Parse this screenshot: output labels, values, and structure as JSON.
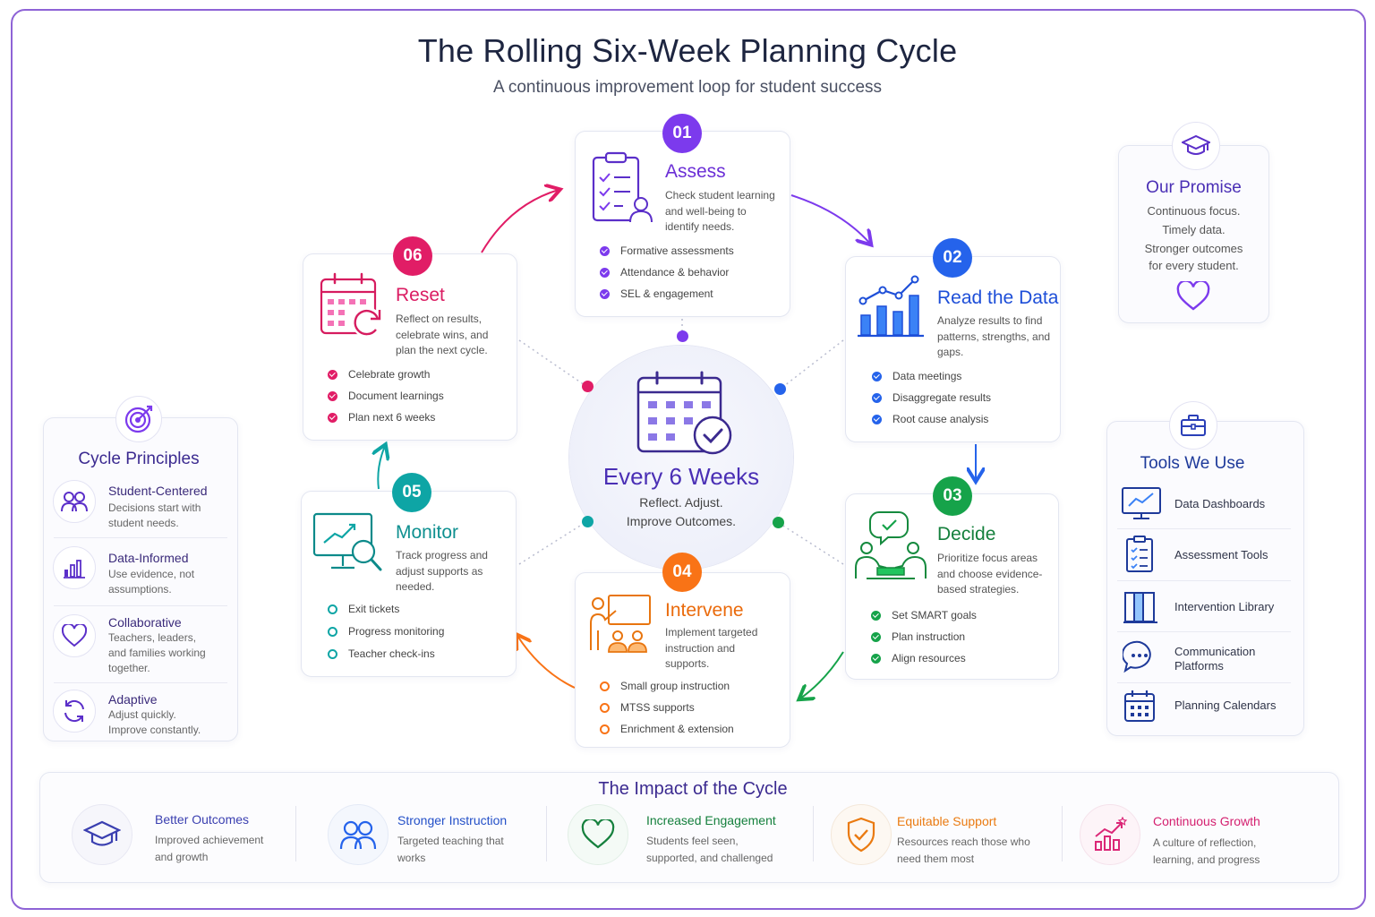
{
  "title": "The Rolling Six-Week Planning Cycle",
  "subtitle": "A continuous improvement loop for student success",
  "colors": {
    "assess": "#7c3aed",
    "data": "#2563eb",
    "decide": "#16a34a",
    "intervene": "#f97316",
    "monitor": "#0ea5a5",
    "reset": "#e11d66",
    "frame": "#8e63d6"
  },
  "center": {
    "title": "Every 6 Weeks",
    "line1": "Reflect. Adjust.",
    "line2": "Improve Outcomes.",
    "icon": "calendar-check-icon"
  },
  "stages": [
    {
      "number": "01",
      "title": "Assess",
      "desc": "Check student learning and well-being to identify needs.",
      "icon": "clipboard-checklist-icon",
      "bullets": [
        "Formative assessments",
        "Attendance & behavior",
        "SEL & engagement"
      ]
    },
    {
      "number": "02",
      "title": "Read the Data",
      "desc": "Analyze results to find patterns, strengths, and gaps.",
      "icon": "bar-chart-icon",
      "bullets": [
        "Data meetings",
        "Disaggregate results",
        "Root cause analysis"
      ]
    },
    {
      "number": "03",
      "title": "Decide",
      "desc": "Prioritize focus areas and choose evidence-based strategies.",
      "icon": "people-discussion-icon",
      "bullets": [
        "Set SMART goals",
        "Plan instruction",
        "Align resources"
      ]
    },
    {
      "number": "04",
      "title": "Intervene",
      "desc": "Implement targeted instruction and supports.",
      "icon": "teacher-board-icon",
      "bullets": [
        "Small group instruction",
        "MTSS supports",
        "Enrichment & extension"
      ]
    },
    {
      "number": "05",
      "title": "Monitor",
      "desc": "Track progress and adjust supports as needed.",
      "icon": "monitor-magnifier-icon",
      "bullets": [
        "Exit tickets",
        "Progress monitoring",
        "Teacher check-ins"
      ]
    },
    {
      "number": "06",
      "title": "Reset",
      "desc": "Reflect on results, celebrate wins, and plan the next cycle.",
      "icon": "calendar-refresh-icon",
      "bullets": [
        "Celebrate growth",
        "Document learnings",
        "Plan next 6 weeks"
      ]
    }
  ],
  "principles": {
    "title": "Cycle Principles",
    "icon": "target-icon",
    "items": [
      {
        "title": "Student-Centered",
        "desc": "Decisions start with student needs.",
        "icon": "students-icon"
      },
      {
        "title": "Data-Informed",
        "desc": "Use evidence, not assumptions.",
        "icon": "bar-chart-icon"
      },
      {
        "title": "Collaborative",
        "desc": "Teachers, leaders, and families working together.",
        "icon": "heart-icon"
      },
      {
        "title": "Adaptive",
        "desc": "Adjust quickly. Improve constantly.",
        "icon": "refresh-icon"
      }
    ]
  },
  "promise": {
    "title": "Our Promise",
    "icon": "graduation-cap-icon",
    "lines": [
      "Continuous focus.",
      "Timely data.",
      "Stronger outcomes",
      "for every student."
    ]
  },
  "tools": {
    "title": "Tools We Use",
    "icon": "toolbox-icon",
    "items": [
      {
        "label": "Data Dashboards",
        "icon": "dashboard-icon"
      },
      {
        "label": "Assessment Tools",
        "icon": "checklist-icon"
      },
      {
        "label": "Intervention Library",
        "icon": "books-icon"
      },
      {
        "label": "Communication Platforms",
        "icon": "chat-icon"
      },
      {
        "label": "Planning Calendars",
        "icon": "calendar-icon"
      }
    ]
  },
  "impact": {
    "title": "The Impact of the Cycle",
    "items": [
      {
        "title": "Better Outcomes",
        "desc": "Improved achievement and growth",
        "icon": "graduation-cap-icon",
        "color": "#3a3fb0"
      },
      {
        "title": "Stronger Instruction",
        "desc": "Targeted teaching that works",
        "icon": "teachers-icon",
        "color": "#2563eb"
      },
      {
        "title": "Increased Engagement",
        "desc": "Students feel seen, supported, and challenged",
        "icon": "heart-icon",
        "color": "#15803d"
      },
      {
        "title": "Equitable Support",
        "desc": "Resources reach those who need them most",
        "icon": "shield-check-icon",
        "color": "#ea7a10"
      },
      {
        "title": "Continuous Growth",
        "desc": "A culture of reflection, learning, and progress",
        "icon": "growth-chart-icon",
        "color": "#db2777"
      }
    ]
  }
}
